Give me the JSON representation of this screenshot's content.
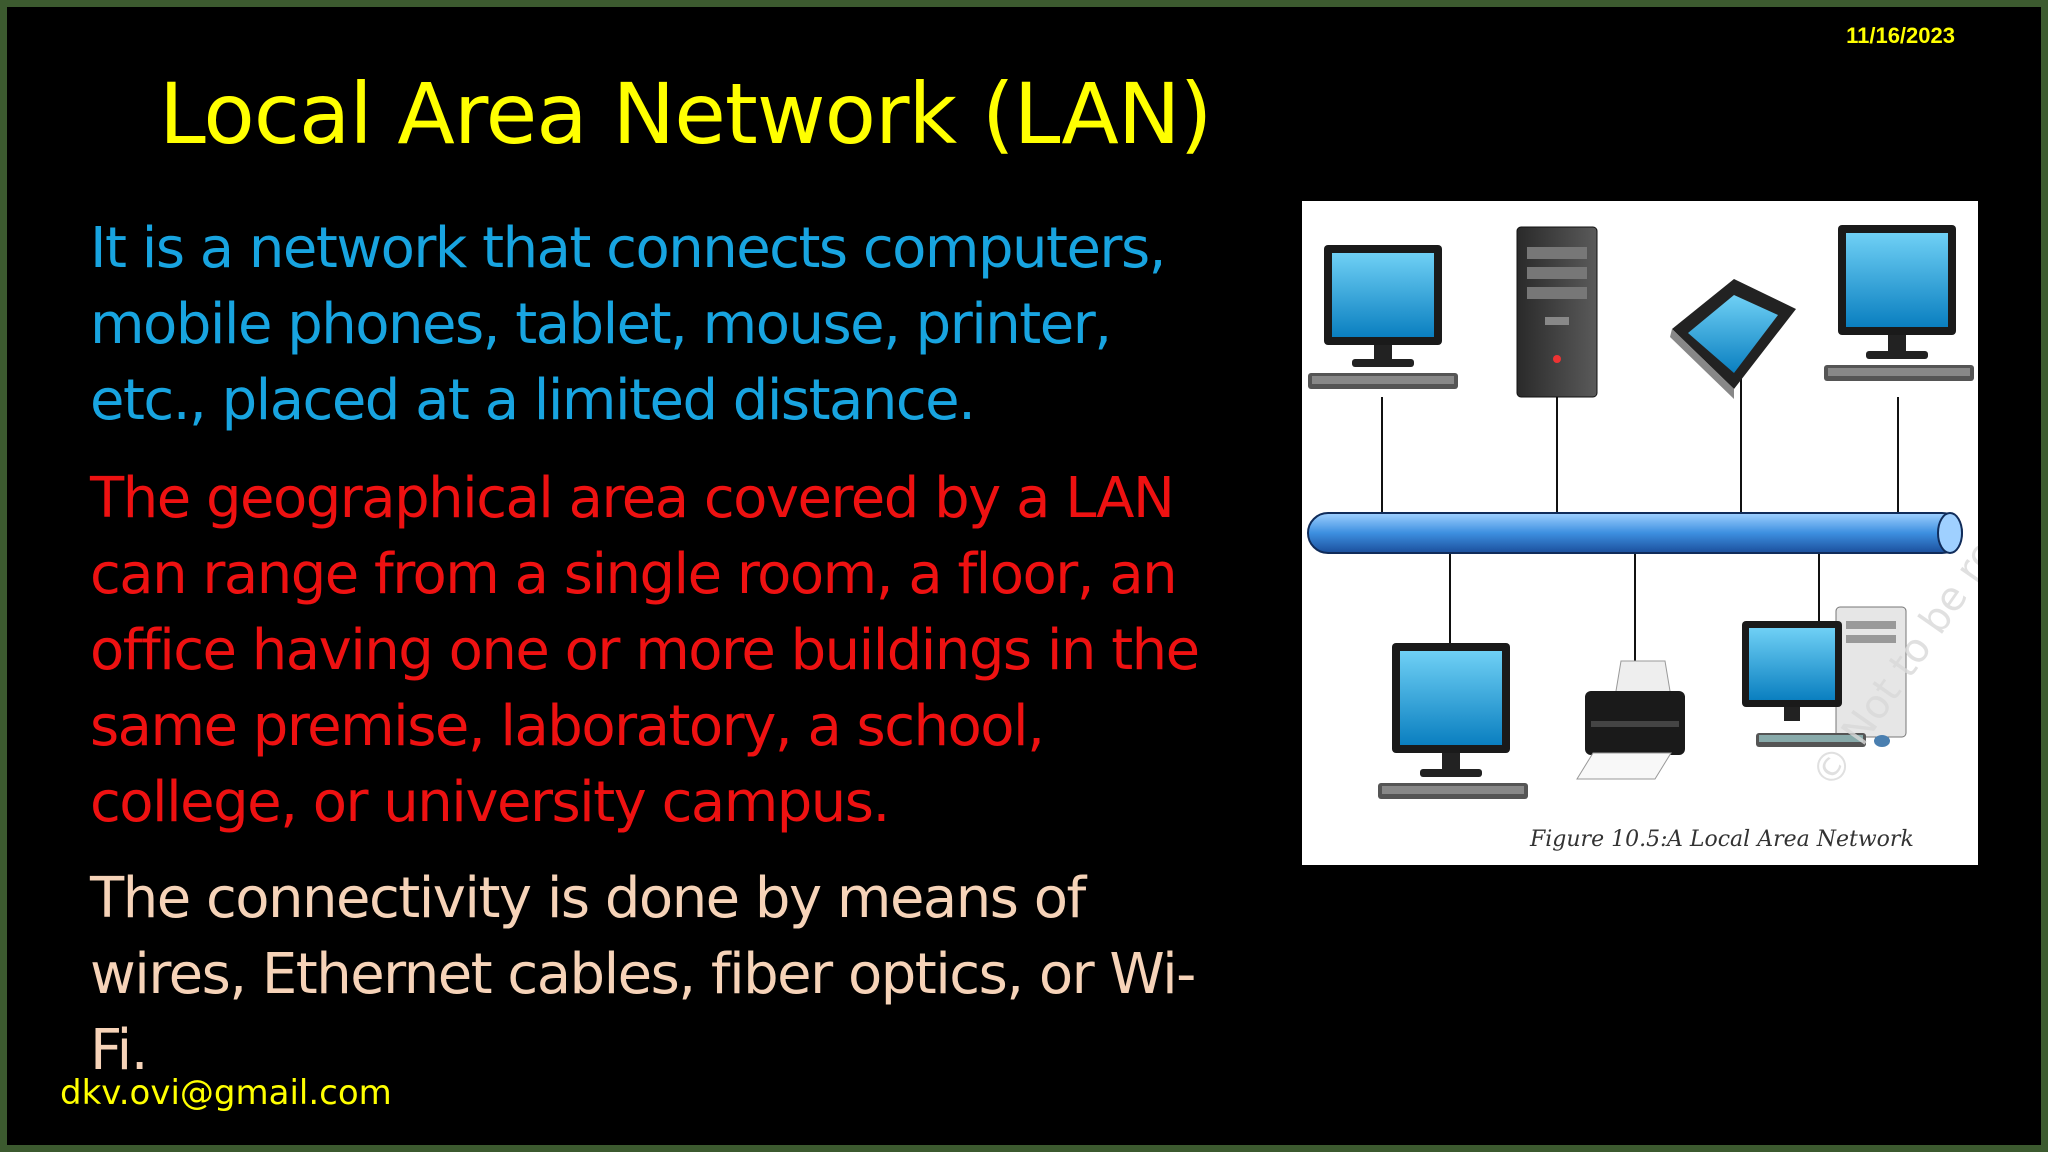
{
  "slide": {
    "date": "11/16/2023",
    "title": "Local Area Network (LAN)",
    "paragraphs": [
      {
        "lines": [
          "It is a network that connects computers,",
          "mobile phones, tablet, mouse, printer,",
          "etc., placed at a limited distance."
        ],
        "color": "#18a4e0"
      },
      {
        "lines": [
          "The geographical area covered by a LAN",
          "can range from a single room, a floor, an",
          "office having one or more buildings in the",
          "same premise, laboratory, a school,",
          "college, or university campus."
        ],
        "color": "#ee1111"
      },
      {
        "lines": [
          "The connectivity is done by means of",
          "wires, Ethernet cables, fiber optics, or Wi-",
          "Fi."
        ],
        "color": "#f6d3b8"
      }
    ],
    "email": "dkv.ovi@gmail.com"
  },
  "figure": {
    "caption_number": "Figure 10.5:",
    "caption_text": "A Local Area Network",
    "watermark": "© Not to be republished",
    "devices_top": [
      "monitor-icon",
      "tower-icon",
      "tablet-icon",
      "monitor-icon"
    ],
    "devices_bottom": [
      "monitor-icon",
      "printer-icon",
      "desktop-computer-icon"
    ]
  }
}
